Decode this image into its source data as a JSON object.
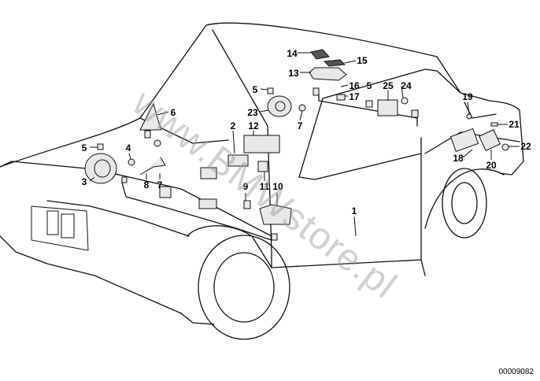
{
  "diagram": {
    "watermark": "www.BMWstore.pl",
    "drawing_number": "00009082",
    "callouts": [
      "14",
      "15",
      "13",
      "16",
      "17",
      "5",
      "25",
      "24",
      "19",
      "21",
      "22",
      "18",
      "20",
      "5",
      "23",
      "7",
      "6",
      "2",
      "12",
      "5",
      "4",
      "3",
      "8",
      "7",
      "9",
      "11",
      "10",
      "1"
    ]
  }
}
